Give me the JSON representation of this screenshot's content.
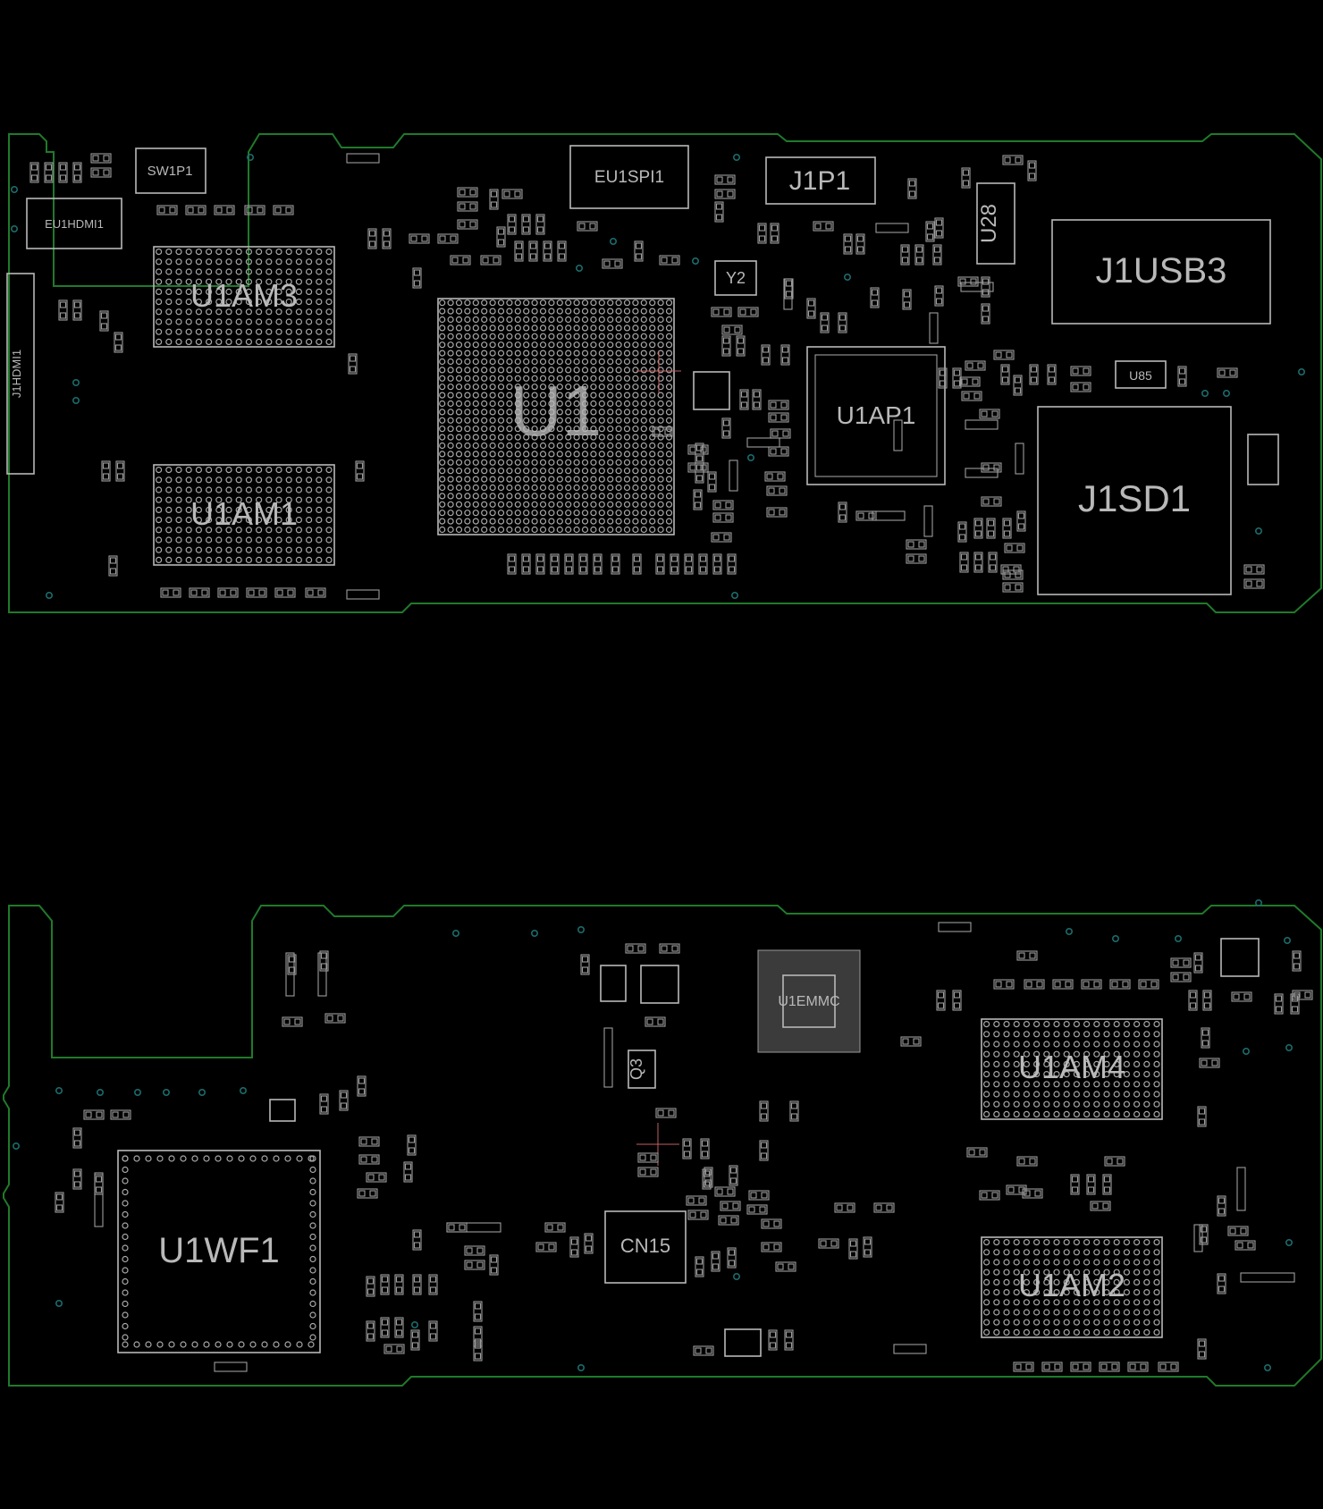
{
  "top_board": {
    "labels": {
      "sw1p1": "SW1P1",
      "eu1hdmi1": "EU1HDMI1",
      "j1hdmi1": "J1HDMI1",
      "u1am3": "U1AM3",
      "u1am1": "U1AM1",
      "eu1spi1": "EU1SPI1",
      "u1": "U1",
      "j1p1": "J1P1",
      "y2": "Y2",
      "u28": "U28",
      "j1usb3": "J1USB3",
      "u1ap1": "U1AP1",
      "u85": "U85",
      "j1sd1": "J1SD1"
    }
  },
  "bottom_board": {
    "labels": {
      "u1emmc": "U1EMMC",
      "u1am4": "U1AM4",
      "q3": "Q3",
      "u1wf1": "U1WF1",
      "cn15": "CN15",
      "u1am2": "U1AM2"
    }
  }
}
